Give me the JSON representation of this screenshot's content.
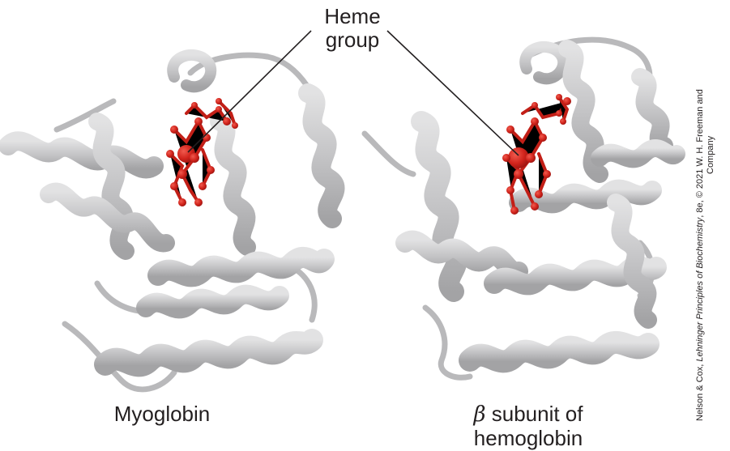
{
  "callout": {
    "line1": "Heme",
    "line2": "group"
  },
  "structures": {
    "left_label": "Myoglobin",
    "right_label_symbol": "β",
    "right_label_line1_rest": " subunit of",
    "right_label_line2": "hemoglobin"
  },
  "credit": {
    "authors": "Nelson & Cox, ",
    "title": "Lehninger Principles of Biochemistry",
    "edition": ", 8e",
    "rest": ", © 2021 W. H. Freeman and",
    "line2": "Company"
  },
  "colors": {
    "ribbon": "#c9c9cb",
    "ribbon_dark": "#a8a8aa",
    "heme": "#d1241c",
    "heme_dark": "#a31712",
    "text": "#231f20"
  }
}
